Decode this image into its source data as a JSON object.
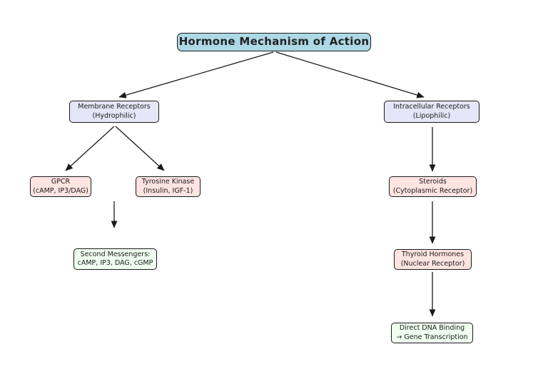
{
  "diagram": {
    "title": "Hormone Mechanism of Action",
    "nodes": {
      "title": {
        "label": "Hormone Mechanism of Action",
        "fill": "#add8e6"
      },
      "membrane": {
        "line1": "Membrane Receptors",
        "line2": "(Hydrophilic)",
        "fill": "#e6e6fa"
      },
      "intracellular": {
        "line1": "Intracellular Receptors",
        "line2": "(Lipophilic)",
        "fill": "#e6e6fa"
      },
      "gpcr": {
        "line1": "GPCR",
        "line2": "(cAMP, IP3/DAG)",
        "fill": "#ffe4e1"
      },
      "tyrosine": {
        "line1": "Tyrosine Kinase",
        "line2": "(Insulin, IGF-1)",
        "fill": "#ffe4e1"
      },
      "second_messengers": {
        "line1": "Second Messengers:",
        "line2": "cAMP, IP3, DAG, cGMP",
        "fill": "#f0fff0"
      },
      "steroids": {
        "line1": "Steroids",
        "line2": "(Cytoplasmic Receptor)",
        "fill": "#ffe4e1"
      },
      "thyroid": {
        "line1": "Thyroid Hormones",
        "line2": "(Nuclear Receptor)",
        "fill": "#ffe4e1"
      },
      "dna": {
        "line1": "Direct DNA Binding",
        "line2": "→ Gene Transcription",
        "fill": "#f0fff0"
      }
    },
    "edges": [
      {
        "from": "title",
        "to": "membrane"
      },
      {
        "from": "title",
        "to": "intracellular"
      },
      {
        "from": "membrane",
        "to": "gpcr"
      },
      {
        "from": "membrane",
        "to": "tyrosine"
      },
      {
        "from": "membrane-branch",
        "to": "second_messengers"
      },
      {
        "from": "intracellular",
        "to": "steroids"
      },
      {
        "from": "steroids",
        "to": "thyroid"
      },
      {
        "from": "thyroid",
        "to": "dna"
      }
    ],
    "colors": {
      "background": "#ffffff",
      "border": "#1a1a1a",
      "arrow": "#1a1a1a",
      "title_fill": "#add8e6",
      "branch_fill": "#e6e6fa",
      "receptor_fill": "#ffe4e1",
      "outcome_fill": "#f0fff0"
    }
  }
}
